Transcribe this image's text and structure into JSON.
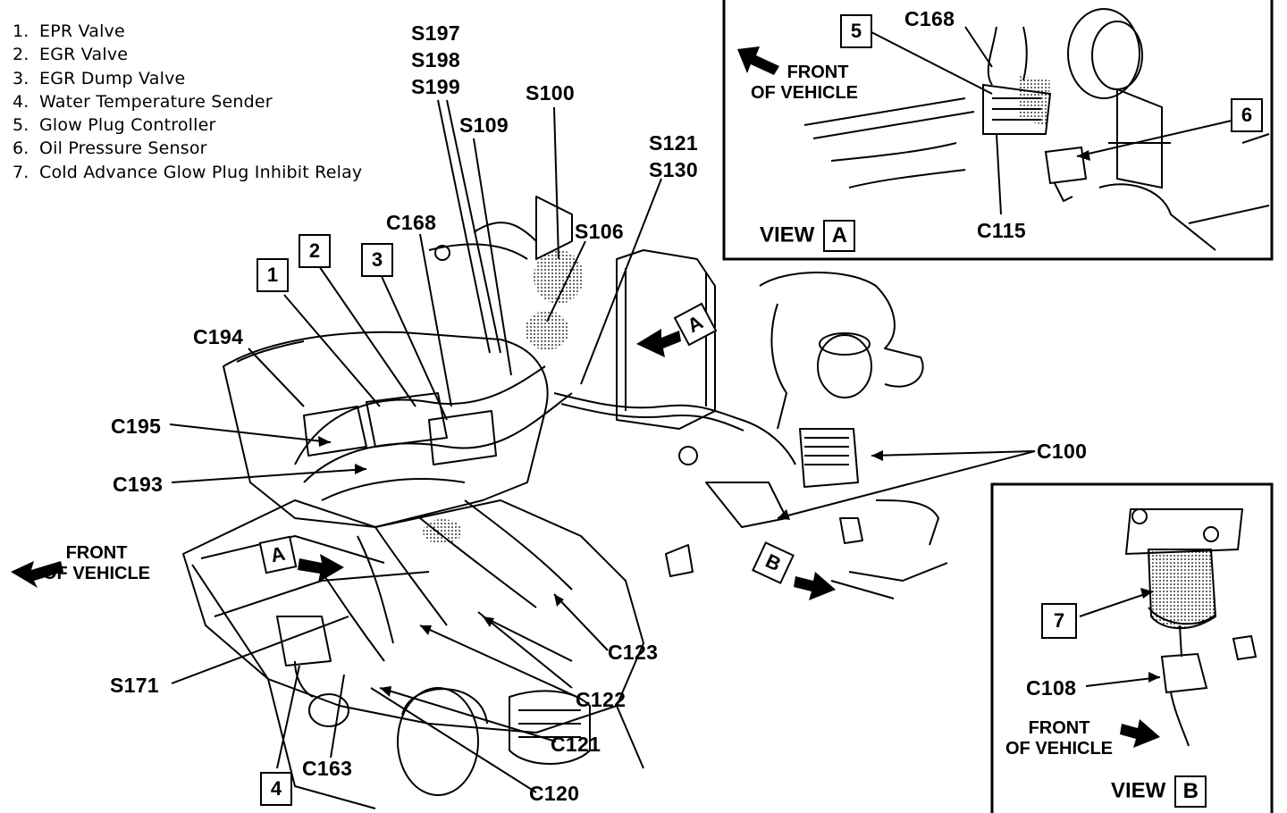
{
  "legend": [
    {
      "num": "1.",
      "text": "EPR Valve"
    },
    {
      "num": "2.",
      "text": "EGR Valve"
    },
    {
      "num": "3.",
      "text": "EGR Dump Valve"
    },
    {
      "num": "4.",
      "text": "Water Temperature Sender"
    },
    {
      "num": "5.",
      "text": "Glow Plug Controller"
    },
    {
      "num": "6.",
      "text": "Oil Pressure Sensor"
    },
    {
      "num": "7.",
      "text": "Cold Advance Glow Plug Inhibit Relay"
    }
  ],
  "splices": {
    "s197": "S197",
    "s198": "S198",
    "s199": "S199",
    "s100": "S100",
    "s109": "S109",
    "s121": "S121",
    "s130": "S130",
    "s106": "S106",
    "s171": "S171"
  },
  "connectors": {
    "c168": "C168",
    "c194": "C194",
    "c195": "C195",
    "c193": "C193",
    "c100": "C100",
    "c123": "C123",
    "c122": "C122",
    "c121": "C121",
    "c120": "C120",
    "c163": "C163",
    "c168_view_a": "C168",
    "c115": "C115",
    "c108": "C108"
  },
  "callouts": {
    "n1": "1",
    "n2": "2",
    "n3": "3",
    "n4": "4",
    "n5": "5",
    "n6": "6",
    "n7": "7"
  },
  "view_markers": {
    "a_main_right": "A",
    "a_main_left": "A",
    "b_main": "B"
  },
  "front_labels": {
    "line1": "FRONT",
    "line2": "OF VEHICLE"
  },
  "view_a": {
    "word": "VIEW",
    "letter": "A"
  },
  "view_b": {
    "word": "VIEW",
    "letter": "B"
  }
}
